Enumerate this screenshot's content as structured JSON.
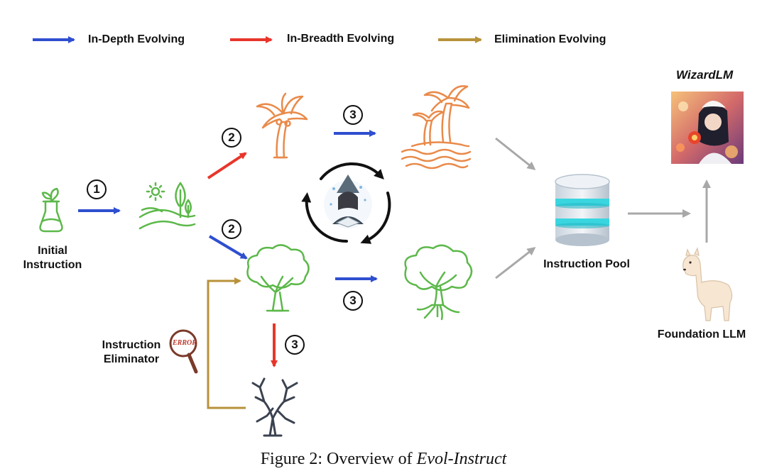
{
  "legend": [
    {
      "label": "In-Depth Evolving",
      "color": "#2f4fd0"
    },
    {
      "label": "In-Breadth Evolving",
      "color": "#e8352a"
    },
    {
      "label": "Elimination Evolving",
      "color": "#b8913a"
    }
  ],
  "nodes": {
    "initial_instruction": {
      "line1": "Initial",
      "line2": "Instruction"
    },
    "instruction_eliminator": {
      "line1": "Instruction",
      "line2": "Eliminator",
      "badge": "ERROR"
    },
    "instruction_pool": "Instruction Pool",
    "foundation_llm": "Foundation LLM",
    "wizardlm": "WizardLM"
  },
  "steps": {
    "s1": "1",
    "s2_top": "2",
    "s2_bottom": "2",
    "s3_top": "3",
    "s3_bottom": "3",
    "s3_eliminate": "3"
  },
  "caption": {
    "prefix": "Figure 2: Overview of ",
    "emphasis": "Evol-Instruct"
  },
  "colors": {
    "in_depth": "#2f4fd0",
    "in_breadth": "#e8352a",
    "elimination": "#b8913a",
    "green_icon": "#5cb84a",
    "orange_icon": "#e98a4a",
    "gray_arrow": "#a8a8a8",
    "dead_tree": "#3b4250"
  }
}
